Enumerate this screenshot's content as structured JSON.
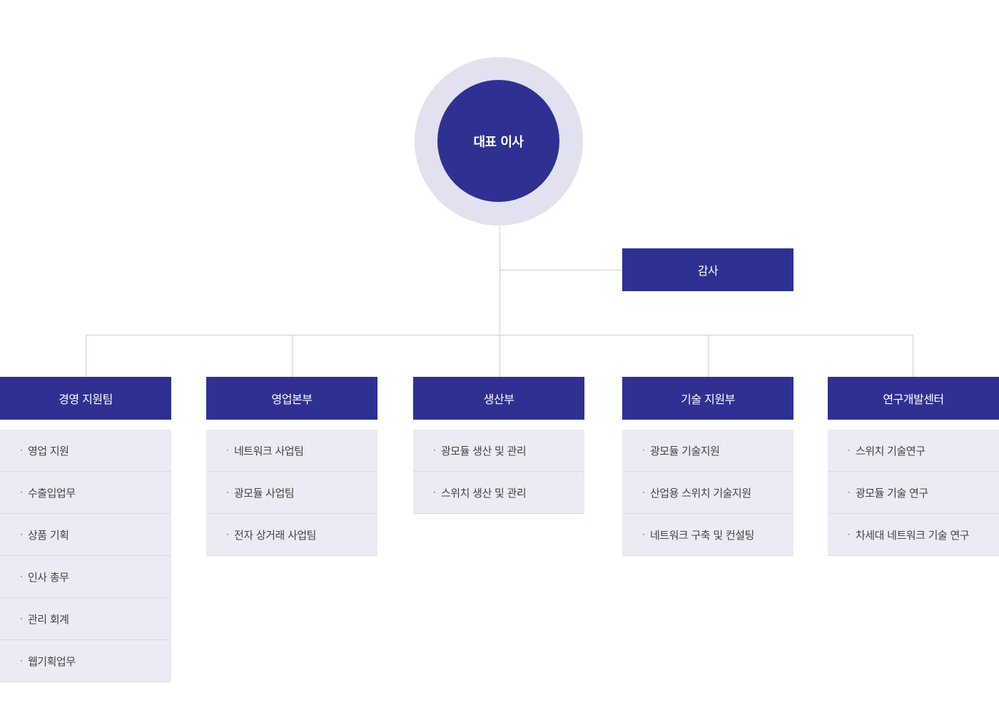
{
  "ceo": {
    "label": "대표 이사"
  },
  "auditor": {
    "label": "감사"
  },
  "bullet": "·",
  "departments": [
    {
      "name": "경영 지원팀",
      "items": [
        "영업 지원",
        "수출입업무",
        "상품 기획",
        "인사 총무",
        "관리 회계",
        "웹기획업무"
      ]
    },
    {
      "name": "영업본부",
      "items": [
        "네트워크 사업팀",
        "광모듈 사업팀",
        "전자 상거래 사업팀"
      ]
    },
    {
      "name": "생산부",
      "items": [
        "광모듈 생산 및 관리",
        "스위치 생산 및 관리"
      ]
    },
    {
      "name": "기술 지원부",
      "items": [
        "광모듈 기술지원",
        "산업용 스위치 기술지원",
        "네트워크 구축 및 컨설팅"
      ]
    },
    {
      "name": "연구개발센터",
      "items": [
        "스위치 기술연구",
        "광모듈 기술 연구",
        "차세대 네트워크 기술 연구"
      ]
    }
  ],
  "colors": {
    "primary": "#2e3192",
    "ring": "#e2e1ef",
    "item_bg": "#ebebf5",
    "connector": "#cfcfd6"
  }
}
